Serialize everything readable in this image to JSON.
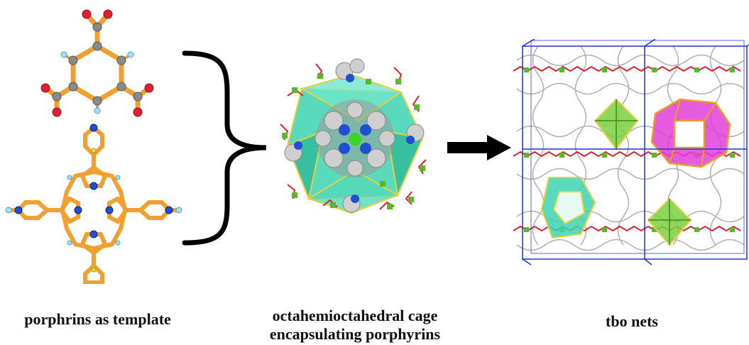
{
  "labels": {
    "left": "porphrins as template",
    "middle_line1": "octahemioctahedral cage",
    "middle_line2": "encapsulating porphyrins",
    "right": "tbo nets"
  },
  "colors": {
    "bond": "#f0a030",
    "carbon": "#8a8a8a",
    "oxygen": "#e02030",
    "nitrogen": "#2050d0",
    "hydrogen": "#9fe0ff",
    "copper_green": "#5ab82a",
    "cage_teal": "#3dd4b0",
    "cage_magenta": "#e040d8",
    "frame_blue": "#2030e0",
    "wire_gray": "#9a9a9a",
    "arrow": "#000000"
  },
  "icons": {
    "arrow": "right-arrow-icon",
    "brace": "right-curly-brace"
  }
}
